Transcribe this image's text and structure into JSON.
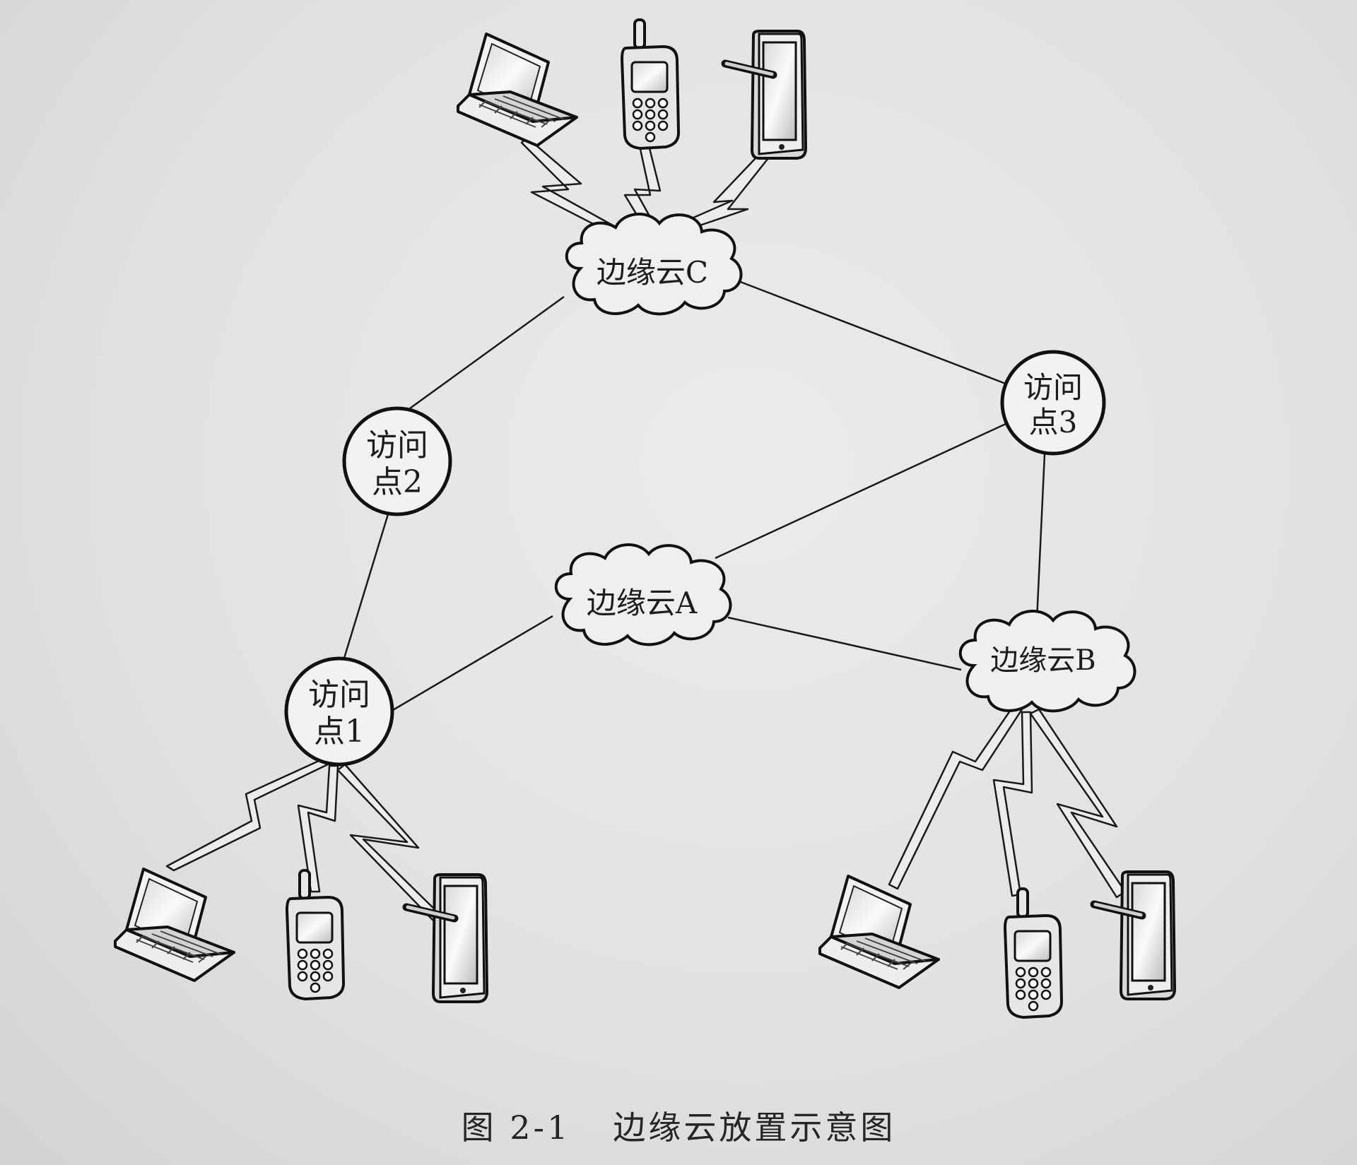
{
  "diagram": {
    "clouds": [
      {
        "id": "C",
        "label": "边缘云C"
      },
      {
        "id": "A",
        "label": "边缘云A"
      },
      {
        "id": "B",
        "label": "边缘云B"
      }
    ],
    "access_points": [
      {
        "id": "2",
        "line1": "访问",
        "line2": "点2"
      },
      {
        "id": "3",
        "line1": "访问",
        "line2": "点3"
      },
      {
        "id": "1",
        "line1": "访问",
        "line2": "点1"
      }
    ],
    "device_groups": [
      {
        "attached_to": "边缘云C",
        "devices": [
          "laptop",
          "cell-phone",
          "tablet"
        ]
      },
      {
        "attached_to": "访问点1",
        "devices": [
          "laptop",
          "cell-phone",
          "tablet"
        ]
      },
      {
        "attached_to": "边缘云B",
        "devices": [
          "laptop",
          "cell-phone",
          "tablet"
        ]
      }
    ],
    "links": [
      [
        "边缘云C",
        "访问点2"
      ],
      [
        "边缘云C",
        "访问点3"
      ],
      [
        "访问点2",
        "访问点1"
      ],
      [
        "访问点1",
        "边缘云A"
      ],
      [
        "边缘云A",
        "访问点3"
      ],
      [
        "边缘云A",
        "边缘云B"
      ],
      [
        "访问点3",
        "边缘云B"
      ]
    ]
  },
  "caption": {
    "figure_number": "图 2-1",
    "title": "边缘云放置示意图"
  }
}
